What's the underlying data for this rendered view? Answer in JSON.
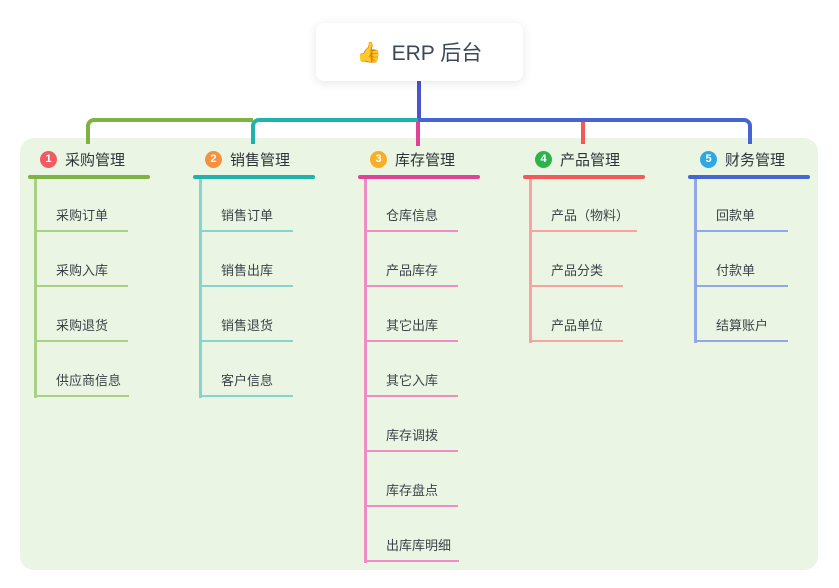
{
  "root": {
    "icon": "👍",
    "label": "ERP 后台",
    "line_color": "#4a55cf"
  },
  "panel": {
    "bg_color": "#eaf6e3"
  },
  "branches": [
    {
      "num": "1",
      "title": "采购管理",
      "badge_color": "#f15b64",
      "line_color": "#7cb342",
      "item_line_color": "#a9d183",
      "items": [
        "采购订单",
        "采购入库",
        "采购退货",
        "供应商信息"
      ]
    },
    {
      "num": "2",
      "title": "销售管理",
      "badge_color": "#f6913e",
      "line_color": "#21b3aa",
      "item_line_color": "#85d4ce",
      "items": [
        "销售订单",
        "销售出库",
        "销售退货",
        "客户信息"
      ]
    },
    {
      "num": "3",
      "title": "库存管理",
      "badge_color": "#f8ae26",
      "line_color": "#de4397",
      "item_line_color": "#ef8cc3",
      "items": [
        "仓库信息",
        "产品库存",
        "其它出库",
        "其它入库",
        "库存调拨",
        "库存盘点",
        "出库库明细"
      ]
    },
    {
      "num": "4",
      "title": "产品管理",
      "badge_color": "#2eb250",
      "line_color": "#f25958",
      "item_line_color": "#f7a3a1",
      "items": [
        "产品（物料）",
        "产品分类",
        "产品单位"
      ]
    },
    {
      "num": "5",
      "title": "财务管理",
      "badge_color": "#2fa8e1",
      "line_color": "#4565d3",
      "item_line_color": "#93a6e6",
      "items": [
        "回款单",
        "付款单",
        "结算账户"
      ]
    }
  ]
}
